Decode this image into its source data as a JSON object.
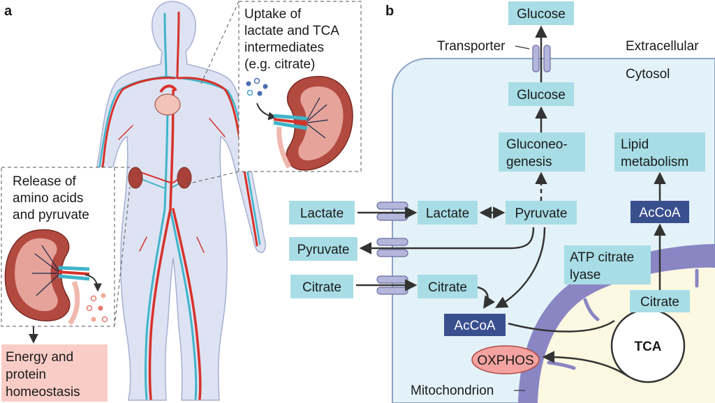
{
  "panel_a": {
    "letter": "a",
    "uptake_lines": [
      "Uptake of",
      "lactate and TCA",
      "intermediates",
      "(e.g. citrate)"
    ],
    "release_lines": [
      "Release of",
      "amino acids",
      "and pyruvate"
    ],
    "outcome_lines": [
      "Energy and",
      "protein",
      "homeostasis"
    ]
  },
  "panel_b": {
    "letter": "b",
    "glucose_extracellular": "Glucose",
    "transporter": "Transporter",
    "extracellular": "Extracellular",
    "cytosol": "Cytosol",
    "glucose_cytosol": "Glucose",
    "gluconeogenesis_lines": [
      "Gluconeo-",
      "genesis"
    ],
    "lipid_lines": [
      "Lipid",
      "metabolism"
    ],
    "acoa_right": "AcCoA",
    "lactate_out": "Lactate",
    "lactate_in": "Lactate",
    "pyruvate": "Pyruvate",
    "pyruvate_out": "Pyruvate",
    "atp_lines": [
      "ATP citrate",
      "lyase"
    ],
    "citrate_out": "Citrate",
    "citrate_in": "Citrate",
    "citrate_mito": "Citrate",
    "acoa_mito": "AcCoA",
    "tca": "TCA",
    "oxphos": "OXPHOS",
    "mitochondrion": "Mitochondrion"
  },
  "colors": {
    "box_cyan": "#a8dde6",
    "box_navy": "#3a4f8e",
    "cell_fill": "#e3f2f8",
    "mito_outer": "#8a86c4",
    "mito_inner": "#fdf8e2",
    "oxphos_fill": "#f4a3a0",
    "outcome_fill": "#f9cdc6",
    "body_fill": "#dde3f3",
    "artery": "#d8312a",
    "vein": "#3fb4c9"
  }
}
